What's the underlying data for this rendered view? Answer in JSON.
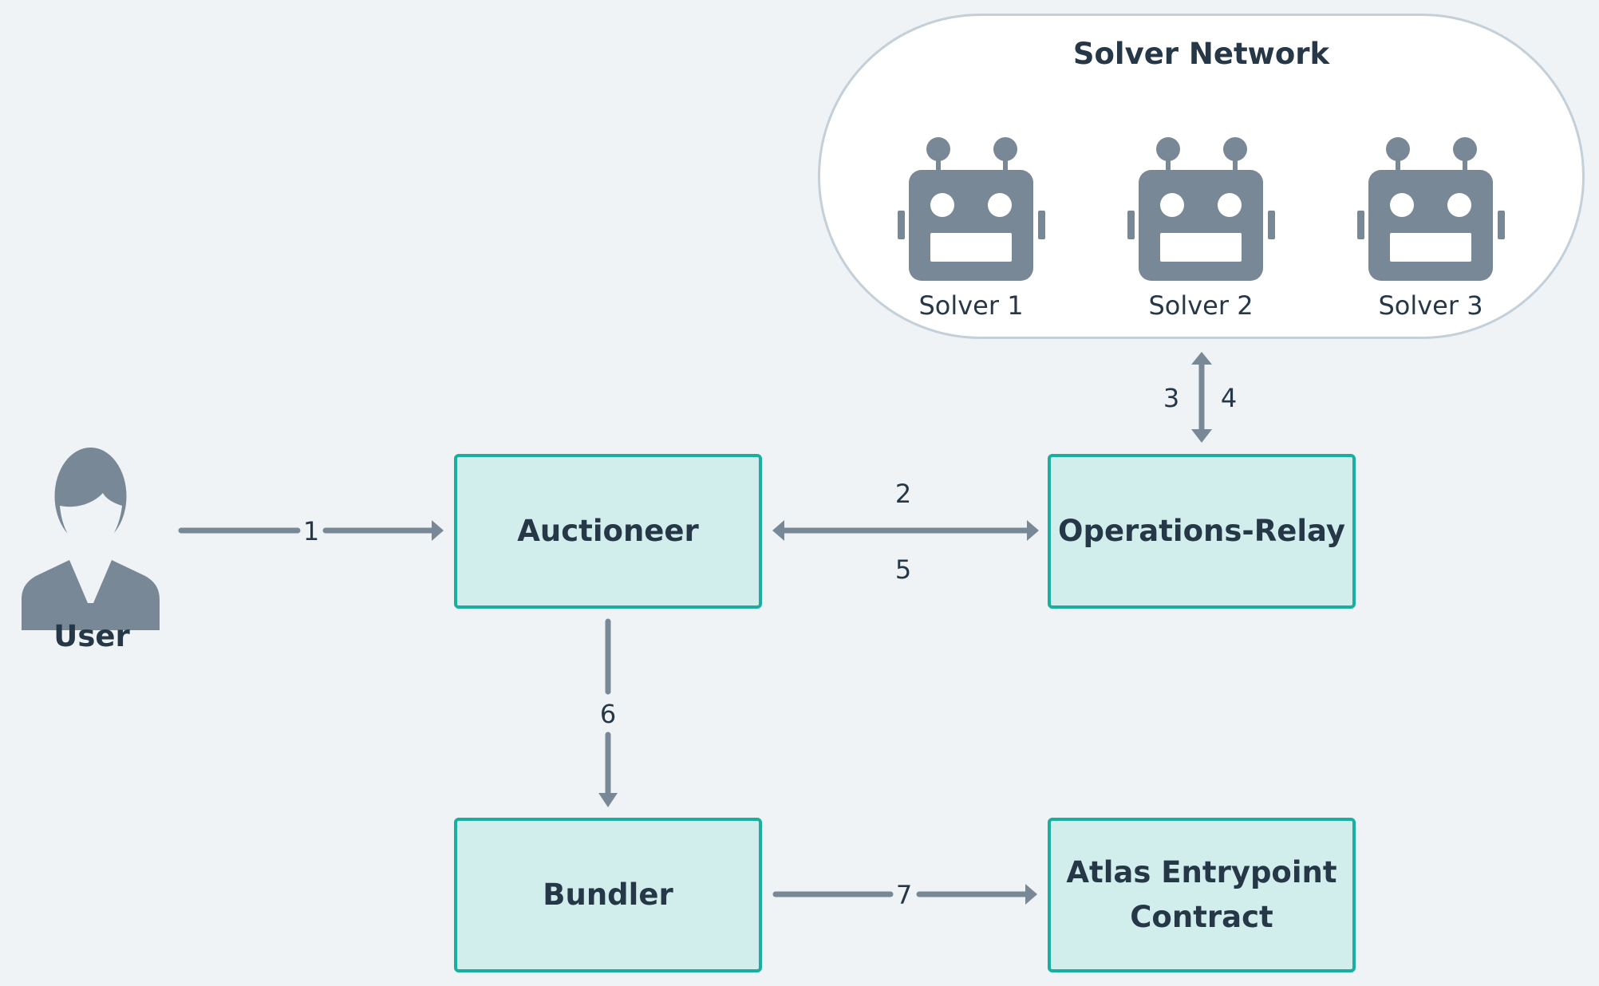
{
  "colors": {
    "background": "#eff3f6",
    "box_fill": "#d1eeed",
    "box_border": "#1aae9f",
    "icon_grey": "#788896",
    "text": "#263747",
    "network_border": "#c3cfd9"
  },
  "solver_network": {
    "title": "Solver Network",
    "solvers": [
      {
        "label": "Solver 1",
        "icon": "robot-icon"
      },
      {
        "label": "Solver 2",
        "icon": "robot-icon"
      },
      {
        "label": "Solver 3",
        "icon": "robot-icon"
      }
    ]
  },
  "actors": {
    "user": {
      "label": "User",
      "icon": "user-icon"
    }
  },
  "nodes": {
    "auctioneer": "Auctioneer",
    "operations_relay": "Operations-Relay",
    "bundler": "Bundler",
    "atlas_line1": "Atlas Entrypoint",
    "atlas_line2": "Contract"
  },
  "edges": [
    {
      "from": "User",
      "to": "Auctioneer",
      "label": "1"
    },
    {
      "from": "Auctioneer",
      "to": "Operations-Relay",
      "label": "2"
    },
    {
      "from": "Operations-Relay",
      "to": "Solver Network",
      "label": "3"
    },
    {
      "from": "Solver Network",
      "to": "Operations-Relay",
      "label": "4"
    },
    {
      "from": "Operations-Relay",
      "to": "Auctioneer",
      "label": "5"
    },
    {
      "from": "Auctioneer",
      "to": "Bundler",
      "label": "6"
    },
    {
      "from": "Bundler",
      "to": "Atlas Entrypoint Contract",
      "label": "7"
    }
  ]
}
